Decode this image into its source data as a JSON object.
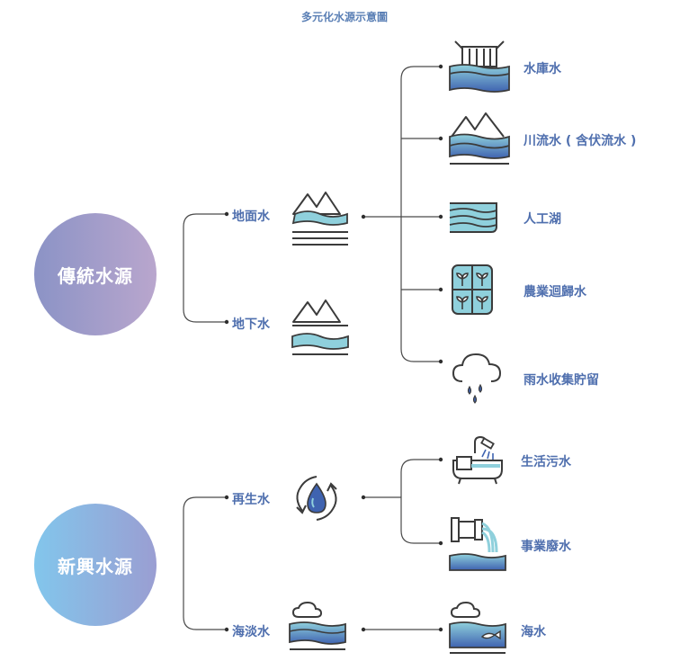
{
  "title": "多元化水源示意圖",
  "categories": {
    "traditional": "傳統水源",
    "emerging": "新興水源"
  },
  "level1": {
    "surface": "地面水",
    "ground": "地下水",
    "reclaimed": "再生水",
    "desal": "海淡水"
  },
  "level2": {
    "reservoir": "水庫水",
    "river": "川流水 ( 含伏流水 )",
    "lake": "人工湖",
    "agri": "農業迴歸水",
    "rain": "雨水收集貯留",
    "domestic": "生活污水",
    "industrial": "事業廢水",
    "sea": "海水"
  },
  "colors": {
    "line": "#4a4a4a",
    "label": "#4f6fae",
    "water_light": "#8fd0dc",
    "water_dark": "#3f63b0",
    "stroke": "#3b3b3b"
  }
}
